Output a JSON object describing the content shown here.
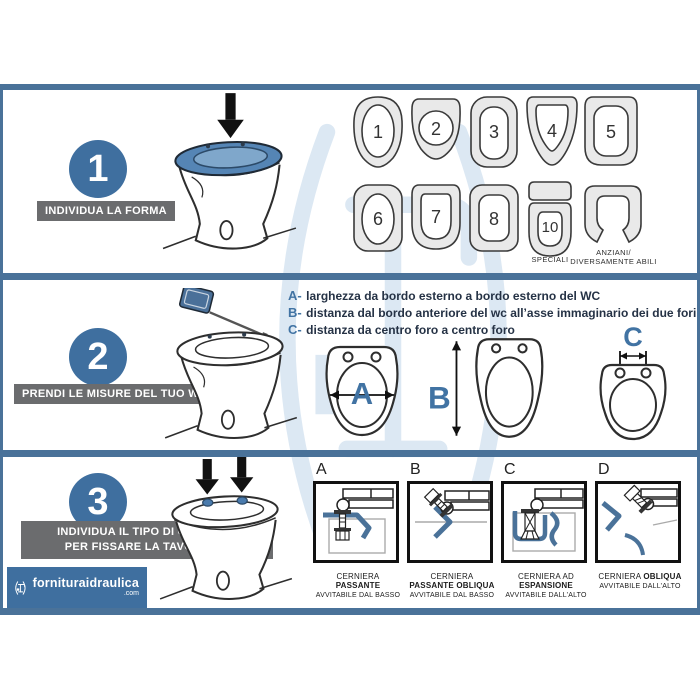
{
  "colors": {
    "accent_bar": "#4a7299",
    "circle_blue": "#3f6f9f",
    "label_gray": "#6b6c6e",
    "text_navy": "#253245",
    "letter_blue": "#4173a3",
    "seat_blue": "#5585b5",
    "watermark_blue": "#dce8f3"
  },
  "panel1": {
    "step_number": "1",
    "step_label": "INDIVIDUA LA FORMA",
    "shapes": [
      "1",
      "2",
      "3",
      "4",
      "5",
      "6",
      "7",
      "8"
    ],
    "special_shape_number": "10",
    "special_caption": "SPECIALI",
    "open_caption_line1": "ANZIANI/",
    "open_caption_line2": "DIVERSAMENTE ABILI"
  },
  "panel2": {
    "step_number": "2",
    "step_label": "PRENDI LE MISURE DEL TUO WC",
    "legend": [
      {
        "key": "A-",
        "text": "larghezza da bordo esterno a bordo esterno del WC"
      },
      {
        "key": "B-",
        "text": "distanza dal bordo anteriore del wc all’asse immaginario dei due fori"
      },
      {
        "key": "C-",
        "text": "distanza da centro foro a centro foro"
      }
    ],
    "measure_a": "A",
    "measure_b": "B",
    "measure_c": "C"
  },
  "panel3": {
    "step_number": "3",
    "step_label_line1": "INDIVIDUA IL TIPO DI CERNIERE",
    "step_label_line2": "PER FISSARE LA TAVOLETTA",
    "hinges": [
      {
        "letter": "A",
        "line1": "CERNIERA",
        "line2": "PASSANTE",
        "line3": "AVVITABILE DAL BASSO"
      },
      {
        "letter": "B",
        "line1": "CERNIERA",
        "line2": "PASSANTE OBLIQUA",
        "line3": "AVVITABILE DAL BASSO"
      },
      {
        "letter": "C",
        "line1": "CERNIERA AD",
        "line2": "ESPANSIONE",
        "line3": "AVVITABILE DALL’ALTO"
      },
      {
        "letter": "D",
        "line1": "CERNIERA",
        "line2": "OBLIQUA",
        "line3": "AVVITABILE DALL’ALTO"
      }
    ]
  },
  "logo": {
    "name": "fornituraidraulica",
    "tld": ".com"
  }
}
